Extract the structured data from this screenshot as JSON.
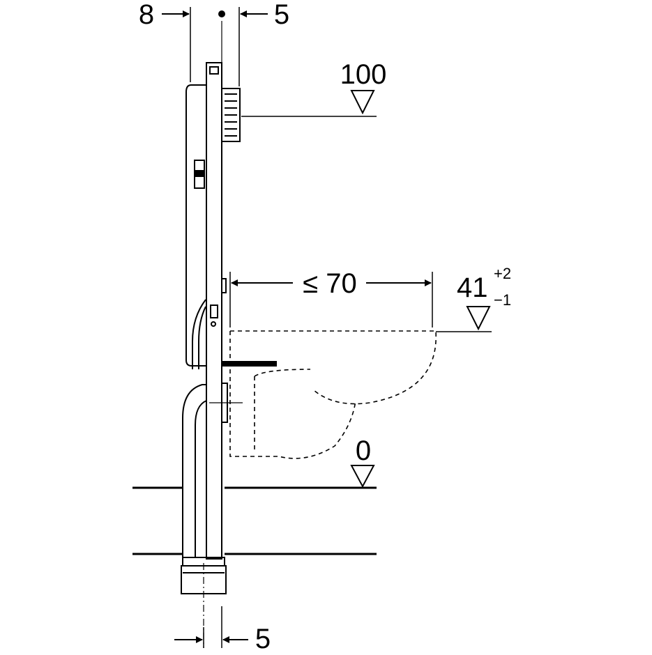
{
  "diagram": {
    "type": "technical-drawing",
    "subject": "wall-hung WC installation frame, side section",
    "dimensions": {
      "top_left_offset": "8",
      "top_right_offset": "5",
      "bottom_offset": "5",
      "seat_projection": "≤ 70"
    },
    "levels": {
      "top": "100",
      "seat_height": "41",
      "seat_tol_plus": "+2",
      "seat_tol_minus": "−1",
      "floor": "0"
    },
    "colors": {
      "line": "#000000",
      "background": "#ffffff"
    }
  }
}
